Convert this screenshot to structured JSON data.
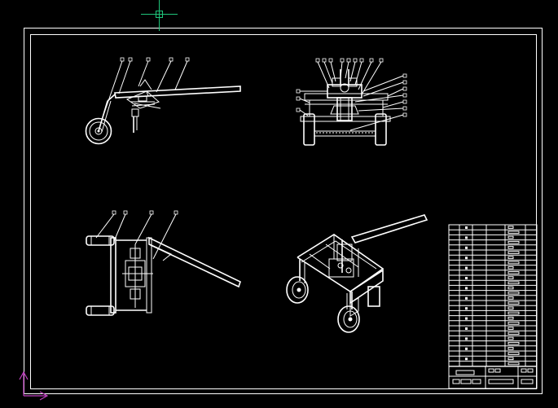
{
  "drawing": {
    "views": [
      "side-view",
      "front-view",
      "top-view",
      "isometric-view"
    ]
  },
  "colors": {
    "background": "#000000",
    "lines": "#ffffff",
    "cursor": "#1fc47a",
    "ucs_axis": "#c040c0"
  },
  "icons": [
    "crosshair-cursor-icon",
    "ucs-axis-icon"
  ]
}
